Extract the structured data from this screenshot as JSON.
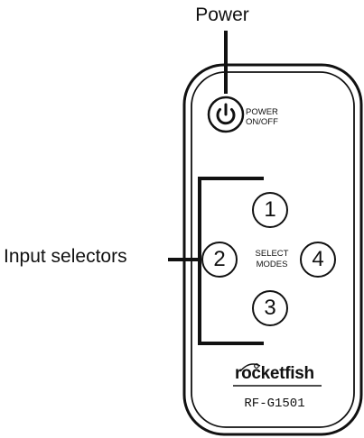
{
  "callouts": {
    "power": "Power",
    "input_selectors": "Input selectors"
  },
  "remote": {
    "power_button_label_line1": "POWER",
    "power_button_label_line2": "ON/OFF",
    "select_modes_line1": "SELECT",
    "select_modes_line2": "MODES",
    "buttons": [
      "1",
      "2",
      "3",
      "4"
    ],
    "brand": "rocketfish",
    "model": "RF-G1501"
  },
  "icons": {
    "power": "power-icon"
  }
}
